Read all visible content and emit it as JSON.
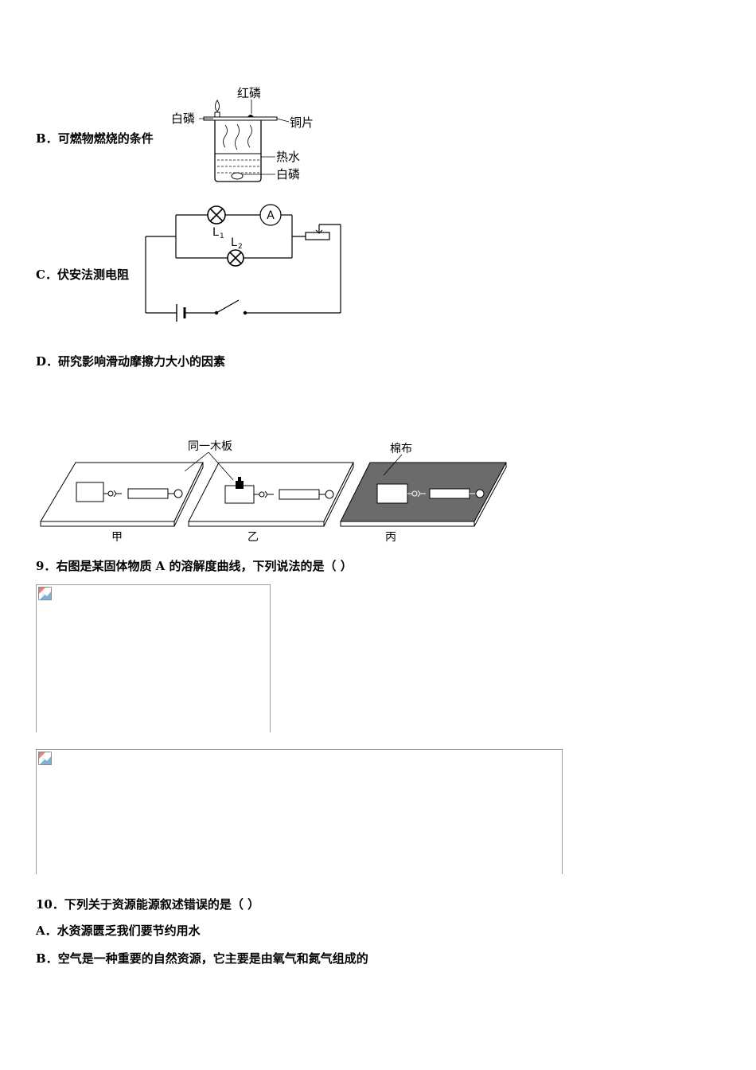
{
  "option_b": {
    "letter": "B．",
    "text": "可燃物燃烧的条件"
  },
  "option_c": {
    "letter": "C．",
    "text": "伏安法测电阻"
  },
  "option_d": {
    "letter": "D．",
    "text": "研究影响滑动摩擦力大小的因素"
  },
  "combustion_figure": {
    "labels": {
      "red_p": "红磷",
      "white_p_top": "白磷",
      "copper": "铜片",
      "hot_water": "热水",
      "white_p_bottom": "白磷"
    }
  },
  "circuit_figure": {
    "labels": {
      "l1": "L",
      "l1_sub": "1",
      "l2": "L",
      "l2_sub": "2",
      "ammeter": "A"
    }
  },
  "friction_figure": {
    "labels": {
      "same_board": "同一木板",
      "cotton": "棉布",
      "jia": "甲",
      "yi": "乙",
      "bing": "丙"
    },
    "colors": {
      "cotton_fill": "#6b6b6b"
    }
  },
  "q9": {
    "number": "9．",
    "text": "右图是某固体物质 A 的溶解度曲线，下列说法的是（    ）"
  },
  "broken_images": [
    {
      "icon": "broken-image-icon"
    },
    {
      "icon": "broken-image-icon"
    }
  ],
  "q10": {
    "number": "10．",
    "text": "下列关于资源能源叙述错误的是（        ）"
  },
  "q10_a": {
    "letter": "A．",
    "text": "水资源匮乏我们要节约用水"
  },
  "q10_b": {
    "letter": "B．",
    "text": "空气是一种重要的自然资源，它主要是由氧气和氮气组成的"
  }
}
